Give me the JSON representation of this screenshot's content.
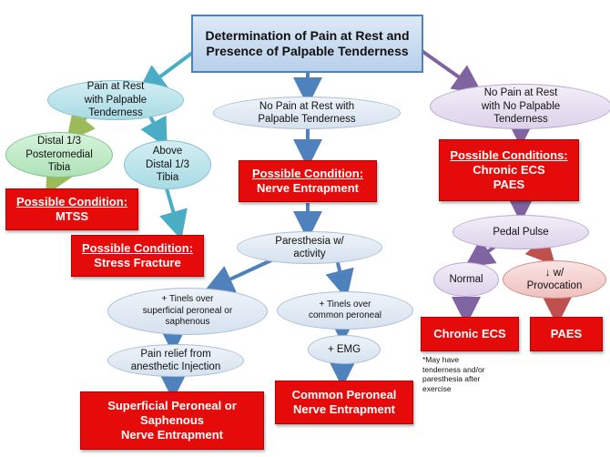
{
  "root": {
    "line1": "Determination of Pain at Rest and",
    "line2": "Presence of Palpable Tenderness"
  },
  "pain_rest": {
    "line1": "Pain at Rest",
    "line2": "with Palpable",
    "line3": "Tenderness"
  },
  "distal": {
    "line1": "Distal 1/3",
    "line2": "Posteromedial",
    "line3": "Tibia"
  },
  "above": {
    "line1": "Above",
    "line2": "Distal 1/3",
    "line3": "Tibia"
  },
  "mtss": {
    "label": "Possible Condition:",
    "value": "MTSS"
  },
  "stress": {
    "label": "Possible Condition:",
    "value": "Stress Fracture"
  },
  "no_pain_palp": {
    "line1": "No Pain at Rest with",
    "line2": "Palpable Tenderness"
  },
  "nerve": {
    "label": "Possible Condition:",
    "value": "Nerve Entrapment"
  },
  "paresthesia": {
    "line1": "Paresthesia w/",
    "line2": "activity"
  },
  "tinels_sup": {
    "line1": "+ Tinels  over",
    "line2": "superficial peroneal or",
    "line3": "saphenous"
  },
  "tinels_com": {
    "line1": "+ Tinels  over",
    "line2": "common peroneal"
  },
  "pain_relief": {
    "line1": "Pain relief from",
    "line2": "anesthetic Injection"
  },
  "emg": {
    "text": "+ EMG"
  },
  "sup_entrap": {
    "line1": "Superficial Peroneal or",
    "line2": "Saphenous",
    "line3": "Nerve Entrapment"
  },
  "com_entrap": {
    "line1": "Common Peroneal",
    "line2": "Nerve Entrapment"
  },
  "no_pain_no_palp": {
    "line1": "No Pain at Rest",
    "line2": "with No Palpable",
    "line3": "Tenderness"
  },
  "ecs_paes": {
    "label": "Possible Conditions:",
    "line1": "Chronic ECS",
    "line2": "PAES"
  },
  "pedal": {
    "text": "Pedal Pulse"
  },
  "normal": {
    "text": "Normal"
  },
  "provocation": {
    "line1": "↓ w/",
    "line2": "Provocation"
  },
  "chronic_ecs": {
    "text": "Chronic ECS"
  },
  "paes": {
    "text": "PAES"
  },
  "footnote": {
    "line1": "*May have",
    "line2": "tenderness and/or",
    "line3": "paresthesia after",
    "line4": "exercise"
  },
  "colors": {
    "root_border": "#4f81bd",
    "teal_arrow": "#4bacc6",
    "green_arrow": "#9bbb59",
    "blue_arrow": "#4f81bd",
    "purple_arrow": "#8064a2",
    "red_arrow": "#c0504d",
    "box_red": "#e50b0b"
  }
}
